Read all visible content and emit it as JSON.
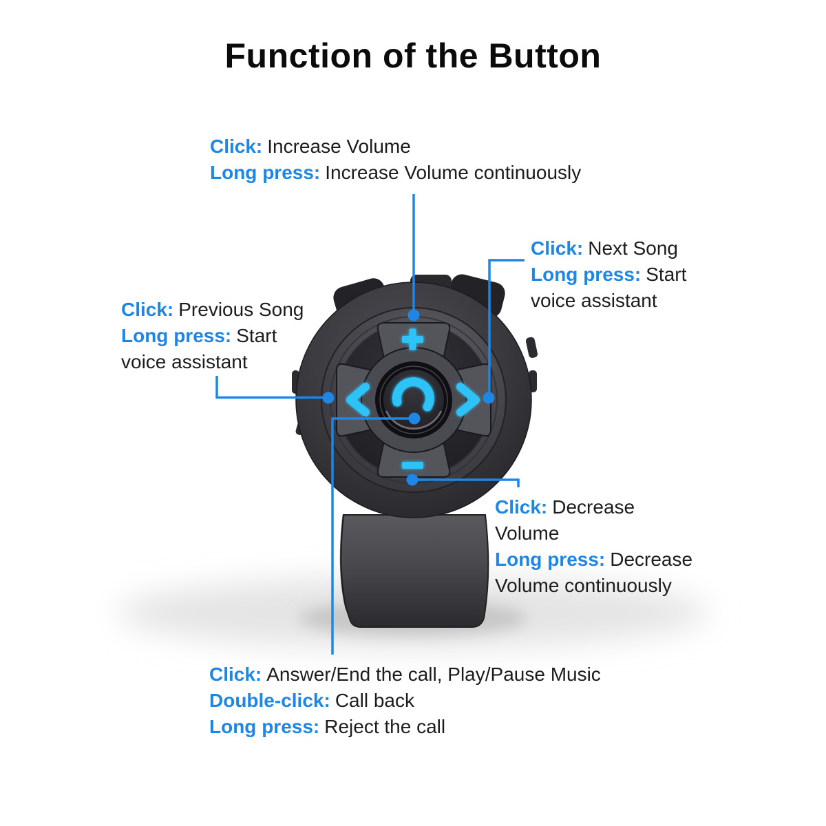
{
  "title": "Function of the Button",
  "colors": {
    "accent_blue": "#1e86e5",
    "icon_cyan": "#2ec3f7",
    "text_black": "#1c1c1c"
  },
  "callouts": {
    "volume_up": {
      "lines": [
        {
          "b": "Click:",
          "t": "Increase Volume"
        },
        {
          "b": "Long press:",
          "t": "Increase Volume continuously"
        }
      ]
    },
    "next_song": {
      "lines": [
        {
          "b": "Click:",
          "t": "Next Song"
        },
        {
          "b": "Long press:",
          "t": "Start"
        },
        {
          "b": "",
          "t": "voice assistant"
        }
      ]
    },
    "previous_song": {
      "lines": [
        {
          "b": "Click:",
          "t": "Previous Song"
        },
        {
          "b": "Long press:",
          "t": "Start"
        },
        {
          "b": "",
          "t": "voice assistant"
        }
      ]
    },
    "volume_down": {
      "lines": [
        {
          "b": "Click:",
          "t": "Decrease"
        },
        {
          "b": "",
          "t": "Volume"
        },
        {
          "b": "Long press:",
          "t": "Decrease"
        },
        {
          "b": "",
          "t": "Volume continuously"
        }
      ]
    },
    "call": {
      "lines": [
        {
          "b": "Click:",
          "t": "Answer/End the call, Play/Pause Music"
        },
        {
          "b": "Double-click:",
          "t": "Call back"
        },
        {
          "b": "Long press:",
          "t": "Reject the call"
        }
      ]
    }
  },
  "device": {
    "name": "bluetooth media remote button",
    "buttons": [
      {
        "id": "volume-up",
        "icon": "plus-icon"
      },
      {
        "id": "previous-song",
        "icon": "chevron-left-icon"
      },
      {
        "id": "next-song",
        "icon": "chevron-right-icon"
      },
      {
        "id": "volume-down",
        "icon": "minus-icon"
      },
      {
        "id": "call",
        "icon": "phone-icon"
      }
    ]
  }
}
